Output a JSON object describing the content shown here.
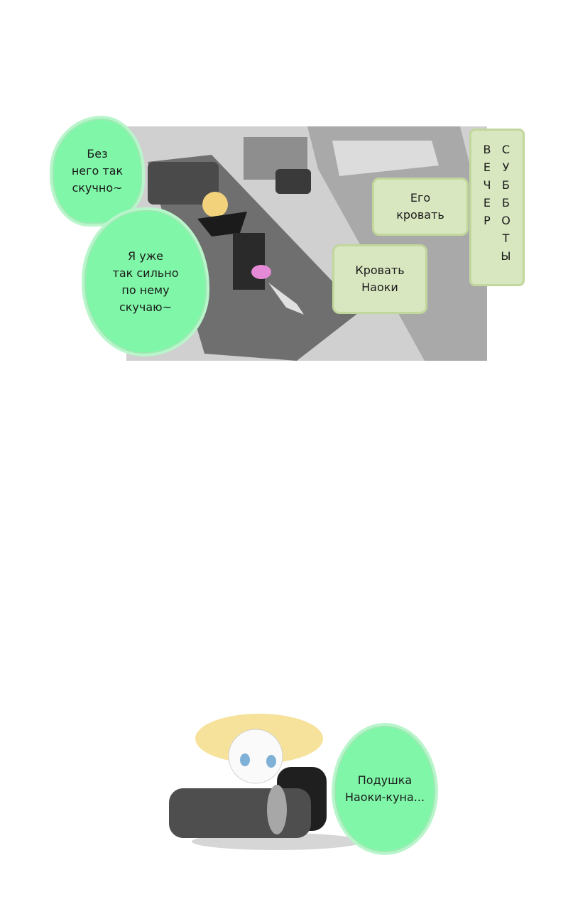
{
  "bubbles": {
    "bored": "Без\nнего так\nскучно~",
    "miss": "Я уже\nтак сильно\nпо нему\nскучаю~",
    "his_bed": "Его\nкровать",
    "naoki_bed": "Кровать\nНаоки",
    "pillow": "Подушка\nНаоки-куна..."
  },
  "caption": {
    "col1": [
      "В",
      "Е",
      "Ч",
      "Е",
      "Р"
    ],
    "col2": [
      "С",
      "У",
      "Б",
      "Б",
      "О",
      "Т",
      "Ы"
    ]
  },
  "colors": {
    "bubble_green": "#80f7a8",
    "box_green": "#d9e7c0",
    "panel_grey": "#cfcfcf"
  }
}
